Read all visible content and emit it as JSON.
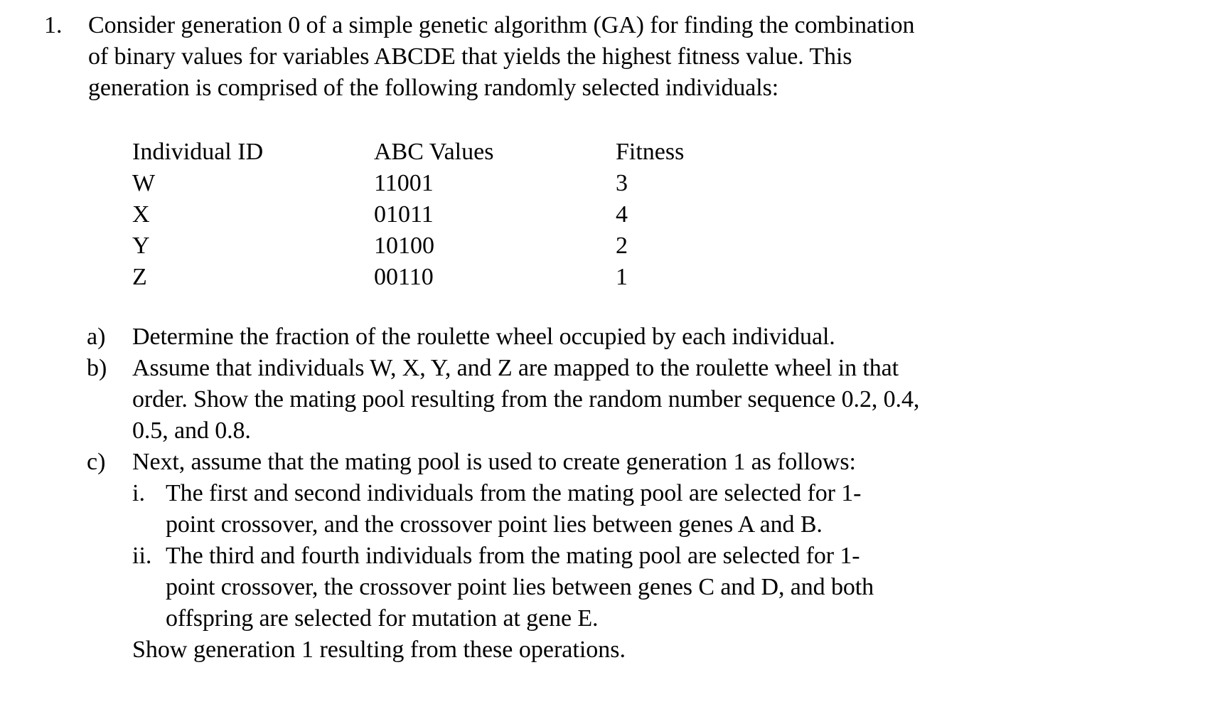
{
  "question": {
    "number": "1.",
    "intro_lines": [
      "Consider generation 0 of a simple genetic algorithm (GA) for finding the combination",
      "of binary values for variables ABCDE that yields the highest fitness value. This",
      "generation is comprised of the following randomly selected individuals:"
    ]
  },
  "table": {
    "headers": [
      "Individual ID",
      "ABC Values",
      "Fitness"
    ],
    "rows": [
      {
        "id": "W",
        "abc": "11001",
        "fitness": "3"
      },
      {
        "id": "X",
        "abc": "01011",
        "fitness": "4"
      },
      {
        "id": "Y",
        "abc": "10100",
        "fitness": "2"
      },
      {
        "id": "Z",
        "abc": "00110",
        "fitness": "1"
      }
    ]
  },
  "parts": {
    "a": {
      "marker": "a)",
      "lines": [
        "Determine the fraction of the roulette wheel occupied by each individual."
      ]
    },
    "b": {
      "marker": "b)",
      "lines": [
        "Assume that individuals W, X, Y, and Z are mapped to the roulette wheel in that",
        "order. Show the mating pool resulting from the random number sequence 0.2, 0.4,",
        "0.5, and 0.8."
      ]
    },
    "c": {
      "marker": "c)",
      "lines": [
        "Next, assume that the mating pool is used to create generation 1 as follows:"
      ],
      "subitems": [
        {
          "marker": "i.",
          "lines": [
            "The first and second individuals from the mating pool are selected for 1-",
            "point crossover, and the crossover point lies between genes A and B."
          ]
        },
        {
          "marker": "ii.",
          "lines": [
            "The third and fourth individuals from the mating pool are selected for 1-",
            "point crossover, the crossover point lies between genes C and D, and both",
            "offspring are selected for mutation at gene E."
          ]
        }
      ],
      "closing_line": "Show generation 1 resulting from these operations."
    }
  }
}
